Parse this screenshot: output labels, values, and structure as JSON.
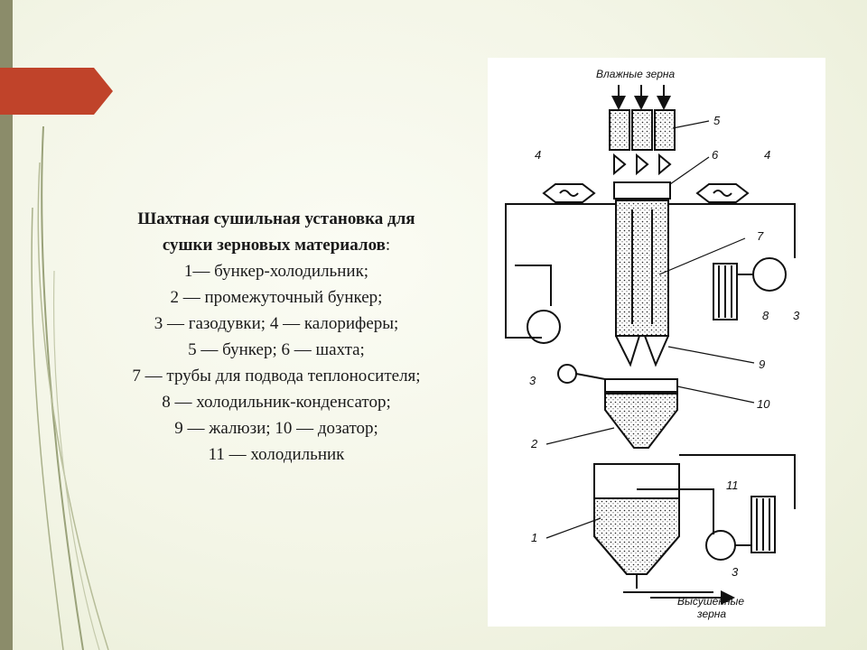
{
  "slide": {
    "title_line1": "Шахтная сушильная установка для",
    "title_line2": "сушки зерновых материалов",
    "title_colon": ":",
    "legend": [
      "1— бункер-холодильник;",
      "2 — промежуточный бункер;",
      "3 — газодувки; 4 — калориферы;",
      "5 — бункер; 6 — шахта;",
      "7 — трубы для подвода теплоносителя;",
      "8 — холодильник-конденсатор;",
      "9 — жалюзи; 10 — дозатор;",
      "11 — холодильник"
    ]
  },
  "diagram": {
    "top_label": "Влажные зерна",
    "bottom_label_line1": "Высушенные",
    "bottom_label_line2": "зерна",
    "callouts": {
      "n1": "1",
      "n2": "2",
      "n3a": "3",
      "n3b": "3",
      "n3c": "3",
      "n4a": "4",
      "n4b": "4",
      "n5": "5",
      "n6": "6",
      "n7": "7",
      "n8": "8",
      "n9": "9",
      "n10": "10",
      "n11": "11"
    }
  },
  "colors": {
    "accent_tab": "#c0432a",
    "stripe": "#8b8c6a",
    "background": "#f3f5e6"
  }
}
